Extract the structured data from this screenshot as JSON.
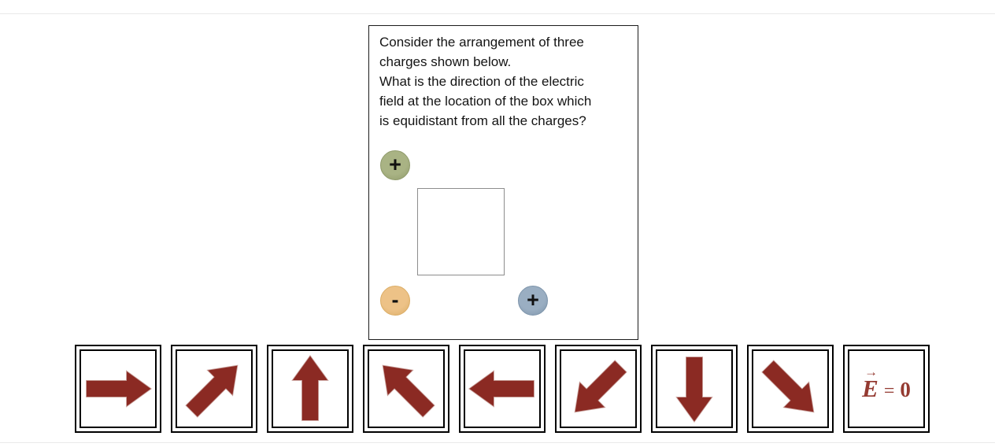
{
  "page": {
    "background": "#ffffff",
    "frame_line_color": "#e9e9e9"
  },
  "question_card": {
    "lines": [
      "Consider the arrangement of three",
      "charges shown below.",
      "What is the direction of the electric",
      "field at the location of the box which",
      "is equidistant from all the charges?"
    ],
    "charges": [
      {
        "position": "top-left",
        "sign": "+",
        "fill": "#a9b384",
        "edge": "#909b6b"
      },
      {
        "position": "bottom-left",
        "sign": "-",
        "fill": "#edc287",
        "edge": "#dcae67"
      },
      {
        "position": "bottom-right",
        "sign": "+",
        "fill": "#9aaec2",
        "edge": "#7e95ab"
      }
    ]
  },
  "answers": {
    "arrow_color": "#8b2a23",
    "arrow_outline": "#c9a19c",
    "options": [
      {
        "type": "arrow",
        "direction": "right"
      },
      {
        "type": "arrow",
        "direction": "up-right"
      },
      {
        "type": "arrow",
        "direction": "up"
      },
      {
        "type": "arrow",
        "direction": "up-left"
      },
      {
        "type": "arrow",
        "direction": "left"
      },
      {
        "type": "arrow",
        "direction": "down-left"
      },
      {
        "type": "arrow",
        "direction": "down"
      },
      {
        "type": "arrow",
        "direction": "down-right"
      },
      {
        "type": "equation",
        "e_symbol": "E",
        "vector_arrow": "→",
        "equals_sign": "=",
        "zero": "0"
      }
    ]
  }
}
